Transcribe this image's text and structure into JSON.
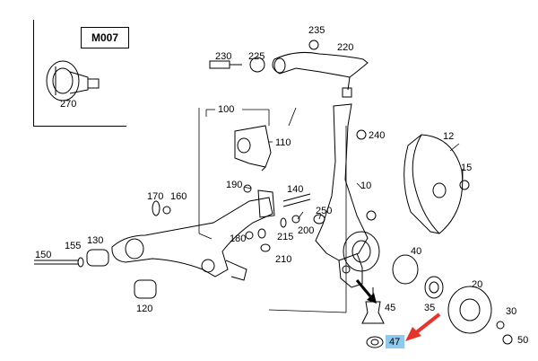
{
  "diagram": {
    "model_code": "M007",
    "highlight_color": "#8ec9ee",
    "arrow_color": "#e8332a",
    "labels": [
      {
        "id": "270",
        "text": "270"
      },
      {
        "id": "235",
        "text": "235"
      },
      {
        "id": "230",
        "text": "230"
      },
      {
        "id": "225",
        "text": "225"
      },
      {
        "id": "220",
        "text": "220"
      },
      {
        "id": "100",
        "text": "100"
      },
      {
        "id": "110",
        "text": "110"
      },
      {
        "id": "240",
        "text": "240"
      },
      {
        "id": "12",
        "text": "12"
      },
      {
        "id": "15",
        "text": "15"
      },
      {
        "id": "190",
        "text": "190"
      },
      {
        "id": "140",
        "text": "140"
      },
      {
        "id": "10",
        "text": "10"
      },
      {
        "id": "170",
        "text": "170"
      },
      {
        "id": "160",
        "text": "160"
      },
      {
        "id": "250",
        "text": "250"
      },
      {
        "id": "200",
        "text": "200"
      },
      {
        "id": "215",
        "text": "215"
      },
      {
        "id": "180",
        "text": "180"
      },
      {
        "id": "130",
        "text": "130"
      },
      {
        "id": "155",
        "text": "155"
      },
      {
        "id": "150",
        "text": "150"
      },
      {
        "id": "210",
        "text": "210"
      },
      {
        "id": "40",
        "text": "40"
      },
      {
        "id": "120",
        "text": "120"
      },
      {
        "id": "45",
        "text": "45"
      },
      {
        "id": "20",
        "text": "20"
      },
      {
        "id": "35",
        "text": "35"
      },
      {
        "id": "30",
        "text": "30"
      },
      {
        "id": "50",
        "text": "50"
      },
      {
        "id": "47",
        "text": "47"
      }
    ]
  }
}
